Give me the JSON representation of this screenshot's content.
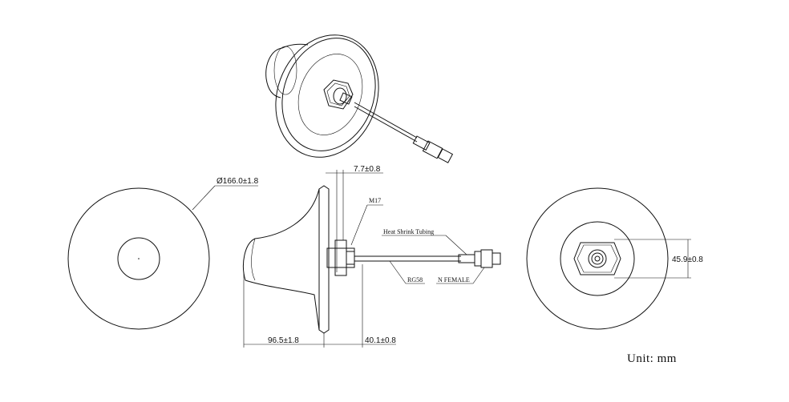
{
  "dimensions": {
    "diameter": "Ø166.0±1.8",
    "thread": "M17",
    "nut_thickness": "7.7±0.8",
    "body_height": "96.5±1.8",
    "connector_height": "40.1±0.8",
    "hex_width": "45.9±0.8"
  },
  "labels": {
    "heat_shrink": "Heat Shrink Tubing",
    "cable": "RG58",
    "connector": "N FEMALE"
  },
  "footer": {
    "unit": "Unit:  mm"
  }
}
